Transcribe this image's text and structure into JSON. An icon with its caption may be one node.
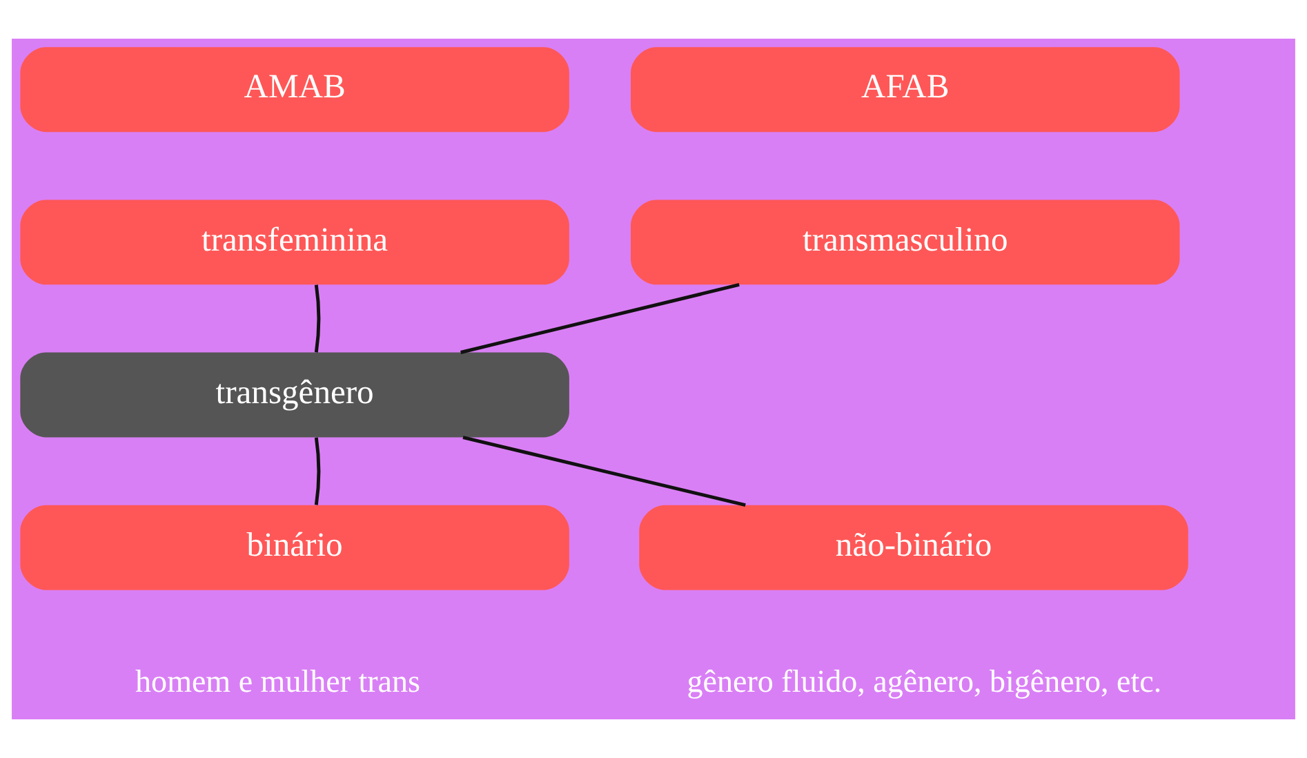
{
  "diagram": {
    "nodes": [
      {
        "text": [
          "AMAB"
        ]
      },
      {
        "text": [
          "AFAB"
        ]
      },
      {
        "text": [
          "transfeminina"
        ]
      },
      {
        "text": [
          "transmasculino"
        ]
      },
      {
        "text": [
          "transgênero"
        ]
      },
      {
        "text": [
          "binário"
        ],
        "beside": [
          "homem e mulher trans"
        ]
      },
      {
        "text": [
          "não-binário"
        ],
        "beside": [
          "gênero fluido, agênero, bigênero, etc."
        ]
      }
    ],
    "edges": [
      {
        "from": 4,
        "to": 2,
        "arrow": "none"
      },
      {
        "from": 4,
        "to": 3,
        "arrow": "none"
      },
      {
        "from": 4,
        "to": 5,
        "arrow": "none"
      },
      {
        "from": 4,
        "to": 6,
        "arrow": "none"
      }
    ]
  }
}
